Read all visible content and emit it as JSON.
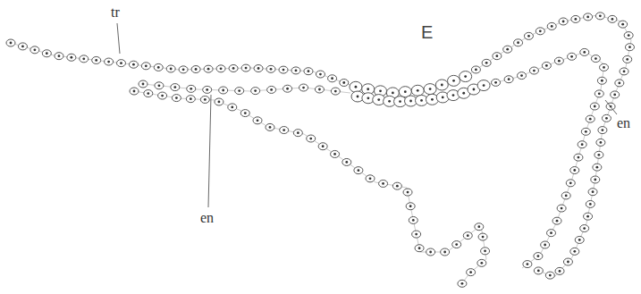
{
  "diagram": {
    "labels": [
      "tr",
      "E",
      "en",
      "en"
    ]
  }
}
